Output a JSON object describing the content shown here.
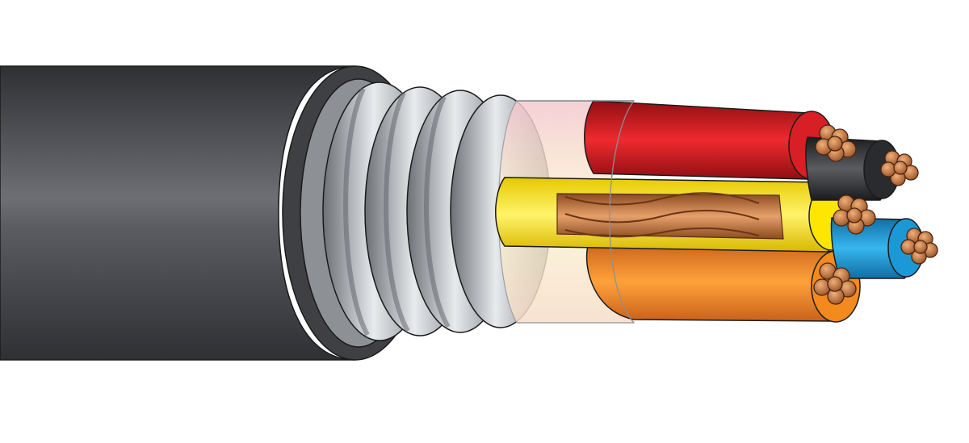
{
  "illustration": {
    "subject": "cable-cutaway",
    "colors": {
      "jacket": "#4a4b4f",
      "armor": "#8e9297",
      "tape": "#e9eef2",
      "red_conductor": "#d81f26",
      "black_conductor": "#2a2b2e",
      "yellow_conductor": "#ffe600",
      "blue_conductor": "#1b98d5",
      "orange_conductor": "#f28a1e",
      "copper": "#c9773d",
      "outline": "#1a1a1a"
    },
    "conductors": [
      {
        "color_name": "red",
        "hex": "#d81f26"
      },
      {
        "color_name": "black",
        "hex": "#2a2b2e"
      },
      {
        "color_name": "yellow",
        "hex": "#ffe600"
      },
      {
        "color_name": "blue",
        "hex": "#1b98d5"
      },
      {
        "color_name": "orange",
        "hex": "#f28a1e"
      }
    ],
    "layers": [
      "outer-jacket",
      "interlocked-armor",
      "binder-tape",
      "insulated-conductors",
      "bare-ground-conductor",
      "stranded-copper-ends"
    ]
  }
}
